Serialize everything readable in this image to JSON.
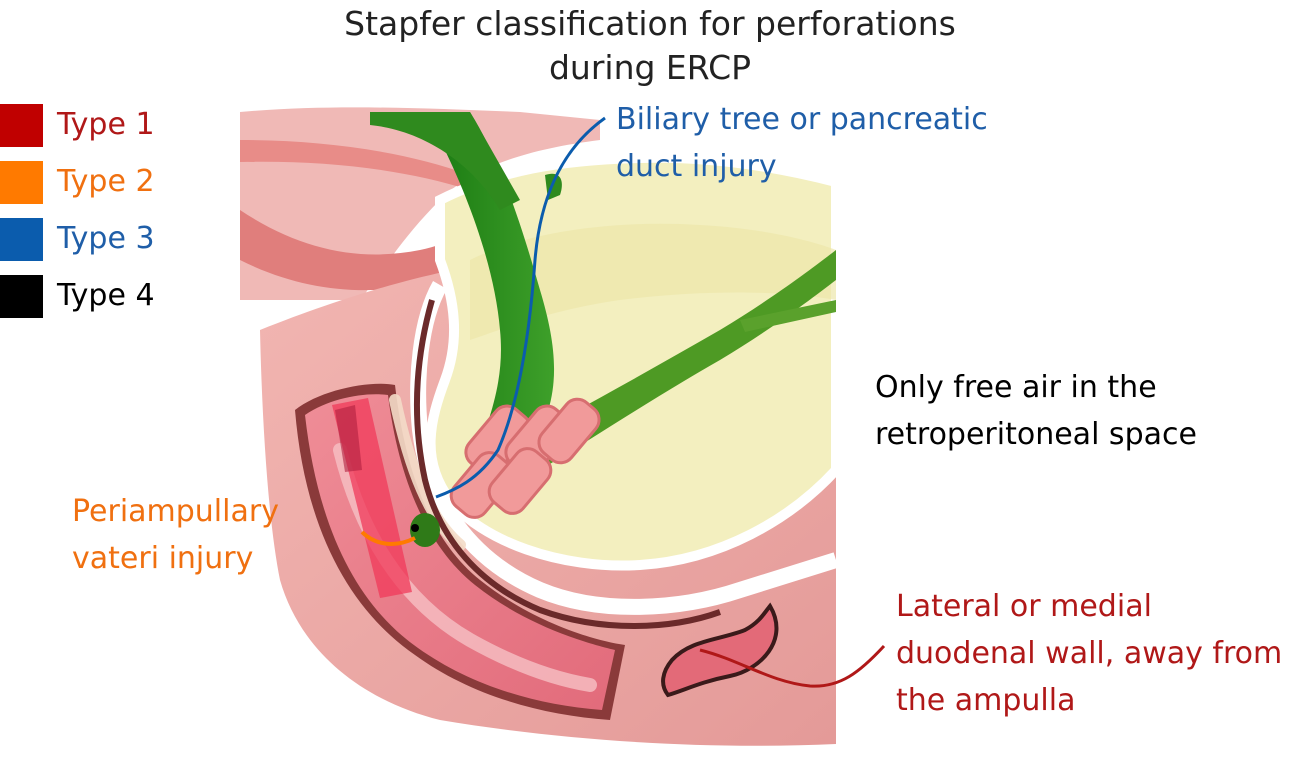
{
  "title": {
    "line1": "Stapfer classification for perforations",
    "line2": "during ERCP"
  },
  "legend": [
    {
      "label": "Type 1",
      "color": "#c00000"
    },
    {
      "label": "Type 2",
      "color": "#ff7a00"
    },
    {
      "label": "Type 3",
      "color": "#0b5cad"
    },
    {
      "label": "Type 4",
      "color": "#000000"
    }
  ],
  "annotations": {
    "type3": {
      "line1": "Biliary tree or pancreatic",
      "line2": "duct injury",
      "color": "#1f5ea8"
    },
    "type4": {
      "line1": "Only free air in the",
      "line2": "retroperitoneal space",
      "color": "#000000"
    },
    "type2": {
      "line1": "Periampullary",
      "line2": "vateri injury",
      "color": "#f07010"
    },
    "type1": {
      "line1": "Lateral or medial",
      "line2": "duodenal wall, away from",
      "line3": "the ampulla",
      "color": "#b01818"
    }
  },
  "palette": {
    "pink_tissue": "#e89b9b",
    "deep_pink": "#e46a7a",
    "yellow_pancreas": "#f1edb8",
    "green_duct": "#2f8a1e",
    "green_light": "#5aa12c"
  }
}
